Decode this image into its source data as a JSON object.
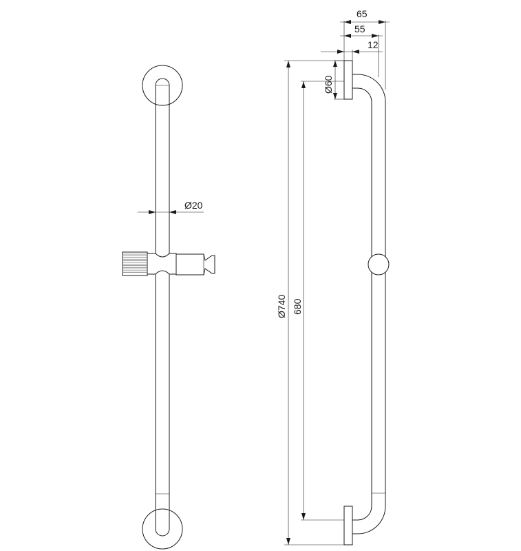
{
  "dimensions": {
    "rail_diameter": "Ø20",
    "total_length": "Ø740",
    "center_distance": "680",
    "flange_diameter": "Ø60",
    "projection_total": "65",
    "projection_rail": "55",
    "flange_thickness": "12"
  },
  "colors": {
    "line": "#1a1a1a",
    "background": "#ffffff"
  }
}
